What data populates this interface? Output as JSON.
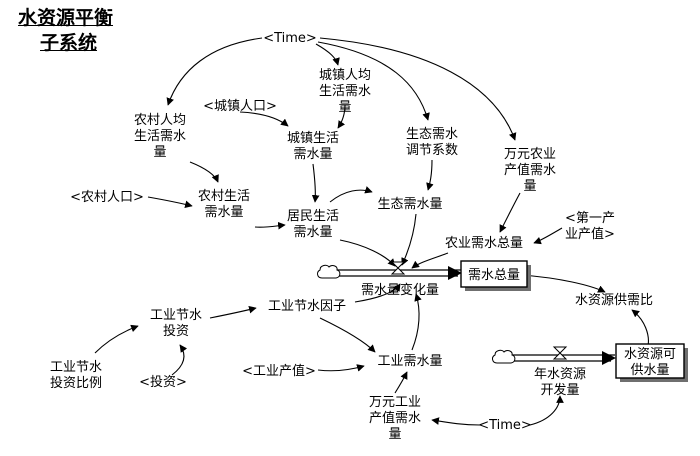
{
  "title_line1": "水资源平衡",
  "title_line2": "子系统",
  "nodes": {
    "time_top": "<Time>",
    "urban_per_capita_line1": "城镇人均",
    "urban_per_capita_line2": "生活需水",
    "urban_per_capita_line3": "量",
    "urban_pop": "<城镇人口>",
    "urban_domestic_line1": "城镇生活",
    "urban_domestic_line2": "需水量",
    "rural_per_capita_line1": "农村人均",
    "rural_per_capita_line2": "生活需水",
    "rural_per_capita_line3": "量",
    "eco_coef_line1": "生态需水",
    "eco_coef_line2": "调节系数",
    "agri_per_10k_line1": "万元农业",
    "agri_per_10k_line2": "产值需水",
    "agri_per_10k_line3": "量",
    "rural_pop": "<农村人口>",
    "rural_domestic_line1": "农村生活",
    "rural_domestic_line2": "需水量",
    "resident_line1": "居民生活",
    "resident_line2": "需水量",
    "eco_demand": "生态需水量",
    "primary_industry_line1": "<第一产",
    "primary_industry_line2": "业产值>",
    "agri_total": "农业需水总量",
    "demand_change": "需水量变化量",
    "total_demand": "需水总量",
    "supply_demand_ratio": "水资源供需比",
    "ind_invest_line1": "工业节水",
    "ind_invest_line2": "投资",
    "ind_factor": "工业节水因子",
    "ind_ratio_line1": "工业节水",
    "ind_ratio_line2": "投资比例",
    "invest": "<投资>",
    "ind_output": "<工业产值>",
    "ind_demand": "工业需水量",
    "annual_dev_line1": "年水资源",
    "annual_dev_line2": "开发量",
    "supply_line1": "水资源可",
    "supply_line2": "供水量",
    "ind_per_10k_line1": "万元工业",
    "ind_per_10k_line2": "产值需水",
    "ind_per_10k_line3": "量",
    "time_bottom": "<Time>"
  }
}
